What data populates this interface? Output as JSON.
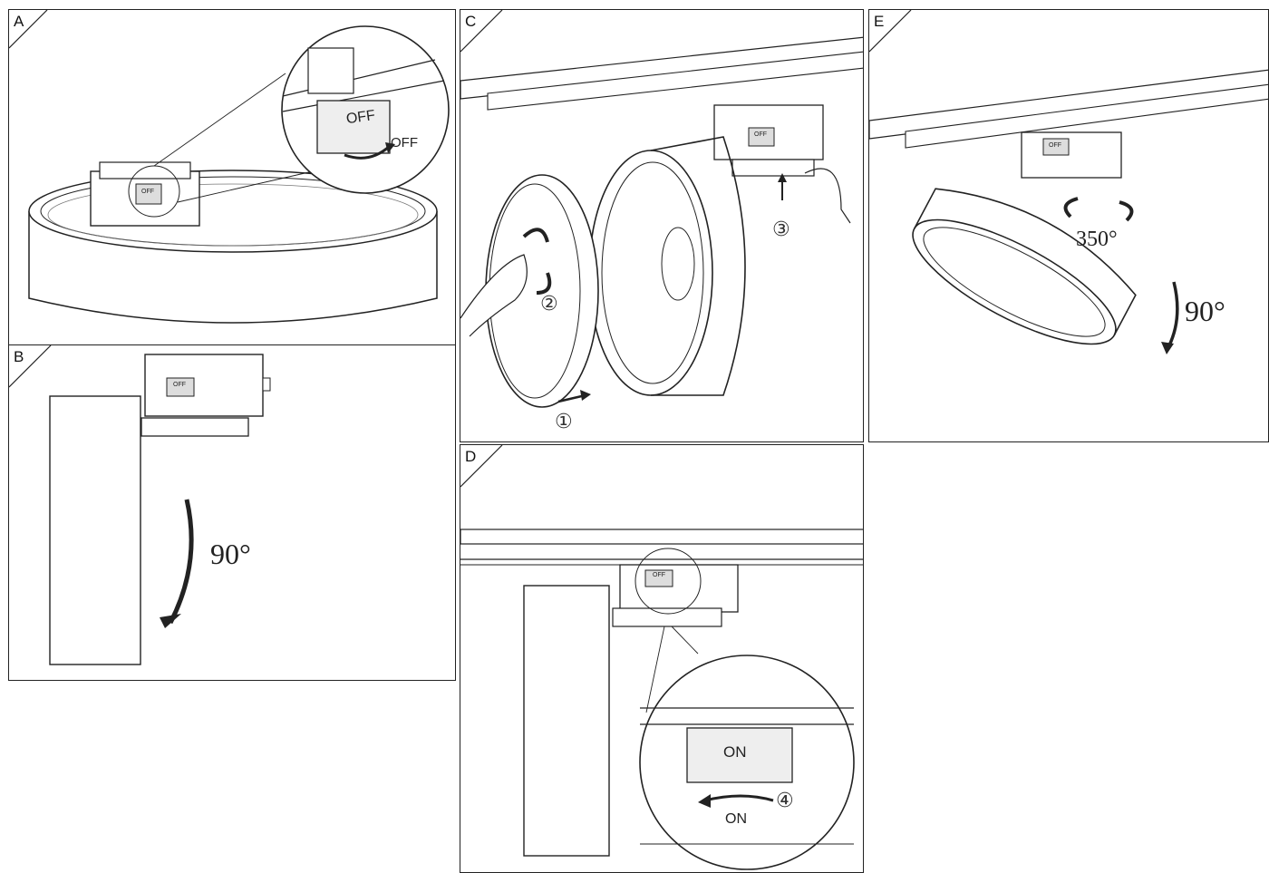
{
  "panels": {
    "a": {
      "label": "A",
      "switch_small": "OFF",
      "switch_large": "OFF",
      "arrow_text": "OFF"
    },
    "b": {
      "label": "B",
      "switch": "OFF",
      "angle": "90°"
    },
    "c": {
      "label": "C",
      "step1": "①",
      "step2": "②",
      "step3": "③",
      "switch": "OFF"
    },
    "d": {
      "label": "D",
      "switch_small": "OFF",
      "switch_large": "ON",
      "step4": "④",
      "arrow_text": "ON"
    },
    "e": {
      "label": "E",
      "switch": "OFF",
      "rotation": "350°",
      "angle": "90°"
    }
  },
  "colors": {
    "line": "#222222",
    "background": "#ffffff"
  }
}
